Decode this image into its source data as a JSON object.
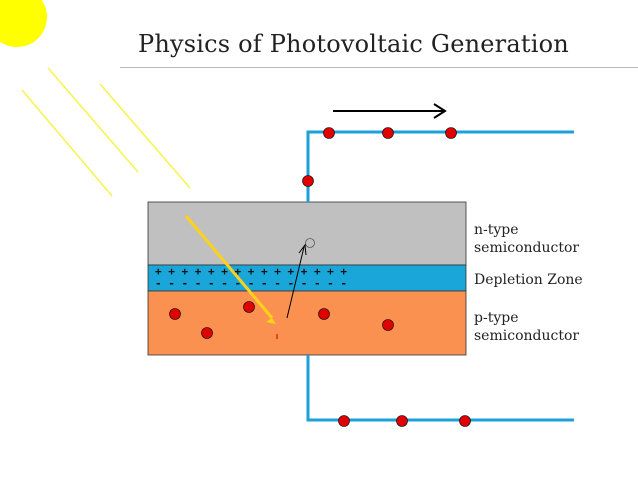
{
  "title": "Physics of Photovoltaic Generation",
  "labels": {
    "n_type_line1": "n-type",
    "n_type_line2": "semiconductor",
    "depletion": "Depletion Zone",
    "p_type_line1": "p-type",
    "p_type_line2": "semiconductor"
  },
  "depletion_signs": {
    "plus_row": "+ + + + + + + + + + + + + + +",
    "minus_row": "- - - - - - - - - - - - - - -"
  },
  "colors": {
    "sun": "#ffff00",
    "light_rays": "#f5f552",
    "n_layer": "#c0c0c0",
    "depletion": "#1aa6d9",
    "p_layer": "#fb9150",
    "wire": "#1ba1d8",
    "electron": "#e00000",
    "arrow": "#000000"
  }
}
